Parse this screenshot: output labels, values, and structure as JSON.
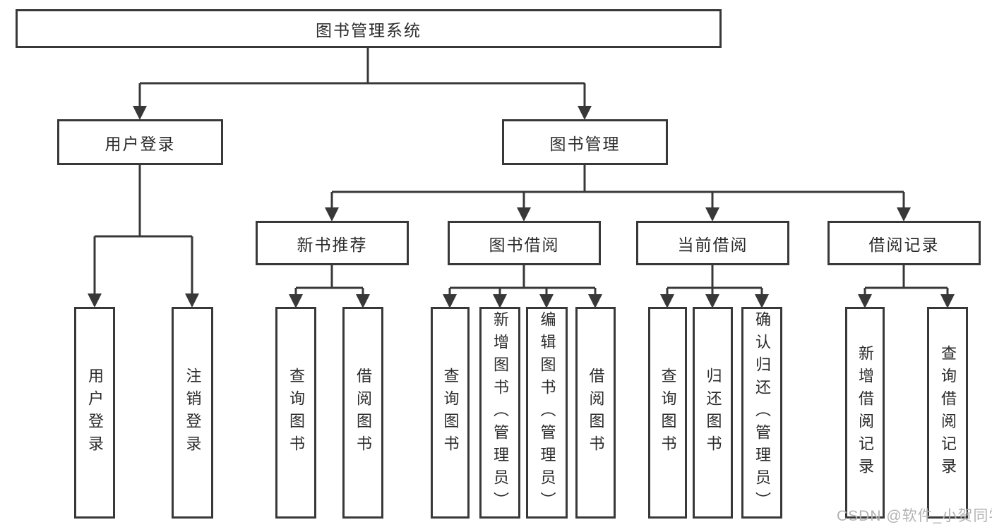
{
  "diagram": {
    "root": {
      "label": "图书管理系统"
    },
    "level2": {
      "user_login_group": {
        "label": "用户登录"
      },
      "book_mgmt_group": {
        "label": "图书管理"
      }
    },
    "level3": {
      "new_book_rec": {
        "label": "新书推荐"
      },
      "book_borrow": {
        "label": "图书借阅"
      },
      "current_borrow": {
        "label": "当前借阅"
      },
      "borrow_records": {
        "label": "借阅记录"
      }
    },
    "leaves": {
      "user_login": {
        "label": "用户登录"
      },
      "logout": {
        "label": "注销登录"
      },
      "nb_query_book": {
        "label": "查询图书"
      },
      "nb_borrow_book": {
        "label": "借阅图书"
      },
      "bb_query_book": {
        "label": "查询图书"
      },
      "bb_add_book": {
        "label": "新增图书（管理员）"
      },
      "bb_edit_book": {
        "label": "编辑图书（管理员）"
      },
      "bb_borrow_book": {
        "label": "借阅图书"
      },
      "cb_query_book": {
        "label": "查询图书"
      },
      "cb_return_book": {
        "label": "归还图书"
      },
      "cb_confirm_return": {
        "label": "确认归还（管理员）"
      },
      "br_add_record": {
        "label": "新增借阅记录"
      },
      "br_query_record": {
        "label": "查询借阅记录"
      }
    },
    "colors": {
      "line": "#383838",
      "text": "#2b2b2b",
      "watermark": "#b2b2b2",
      "background": "#ffffff"
    }
  },
  "watermark": {
    "text": "CSDN @软件_小贺同学"
  }
}
